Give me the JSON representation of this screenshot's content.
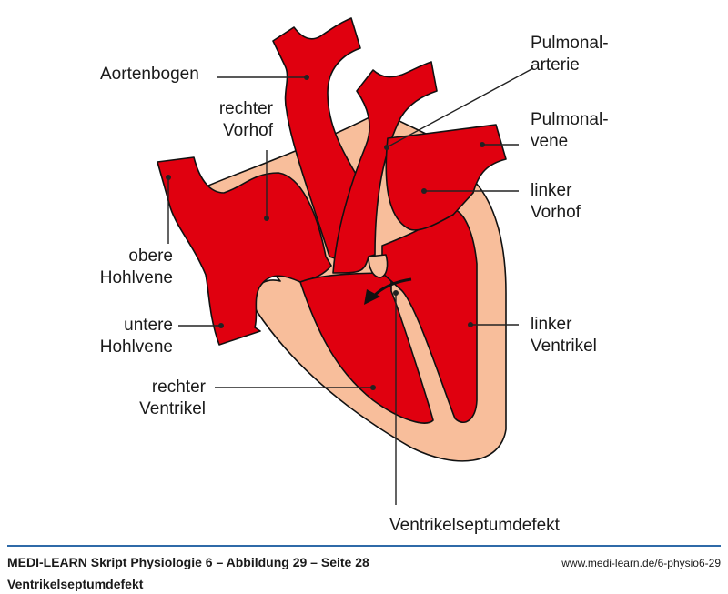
{
  "colors": {
    "blood": "#e0000f",
    "tissue": "#f8be9b",
    "rule": "#2f6aa8"
  },
  "labels": {
    "aortenbogen": "Aortenbogen",
    "rechter_vorhof": [
      "rechter",
      "Vorhof"
    ],
    "obere_hohlvene": [
      "obere",
      "Hohlvene"
    ],
    "untere_hohlvene": [
      "untere",
      "Hohlvene"
    ],
    "rechter_ventrikel": [
      "rechter",
      "Ventrikel"
    ],
    "pulmonalarterie": [
      "Pulmonal-",
      "arterie"
    ],
    "pulmonalvene": [
      "Pulmonal-",
      "vene"
    ],
    "linker_vorhof": [
      "linker",
      "Vorhof"
    ],
    "linker_ventrikel": [
      "linker",
      "Ventrikel"
    ],
    "defekt": "Ventrikelseptumdefekt"
  },
  "footer": {
    "title": "MEDI-LEARN Skript Physiologie 6 – Abbildung 29 – Seite 28",
    "url": "www.medi-learn.de/6-physio6-29",
    "subtitle": "Ventrikelseptumdefekt"
  }
}
